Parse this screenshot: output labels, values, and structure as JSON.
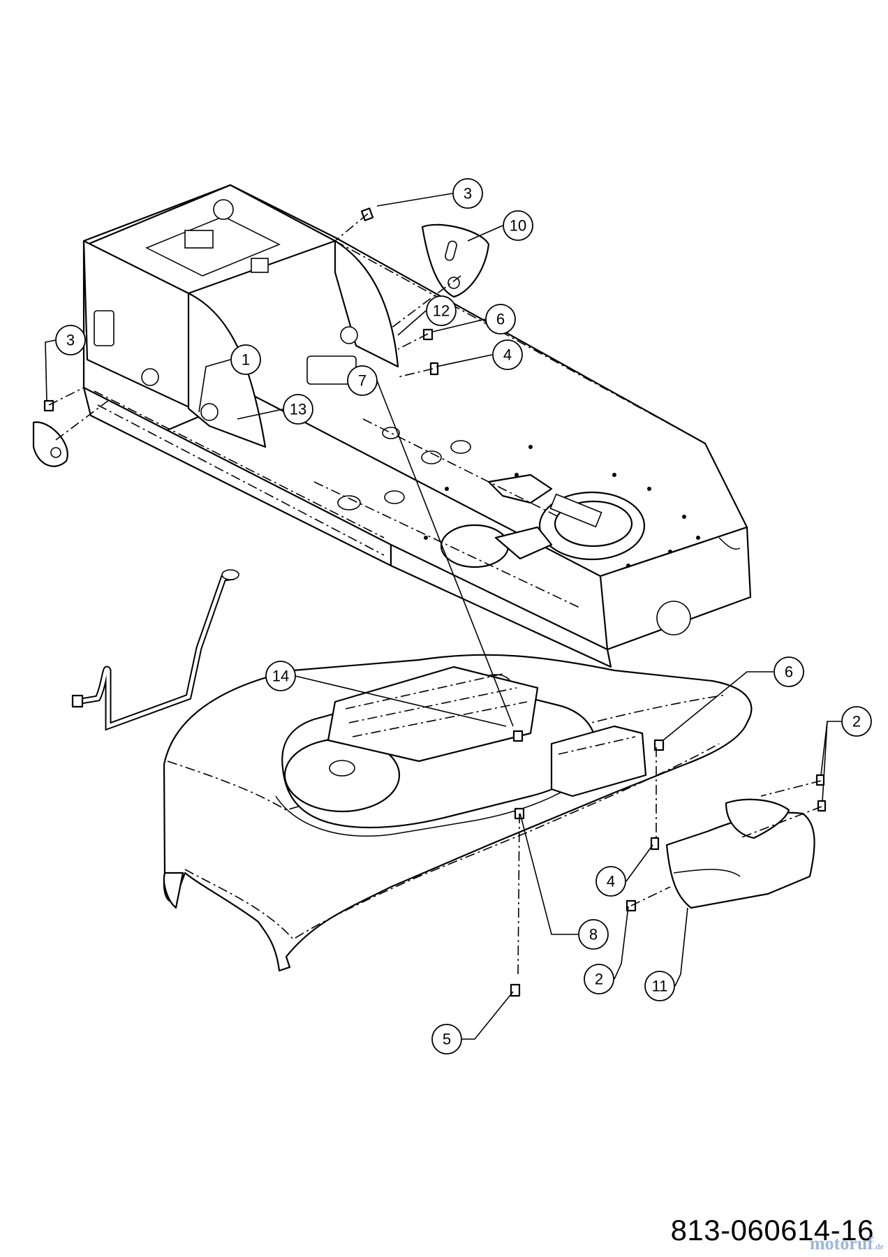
{
  "diagram": {
    "drawing_number": "813-060614-16",
    "watermark": {
      "name": "motoruf",
      "suffix": ".de"
    },
    "callouts": [
      "1",
      "2",
      "2",
      "3",
      "3",
      "4",
      "4",
      "5",
      "6",
      "6",
      "7",
      "8",
      "10",
      "11",
      "12",
      "13",
      "14"
    ]
  }
}
